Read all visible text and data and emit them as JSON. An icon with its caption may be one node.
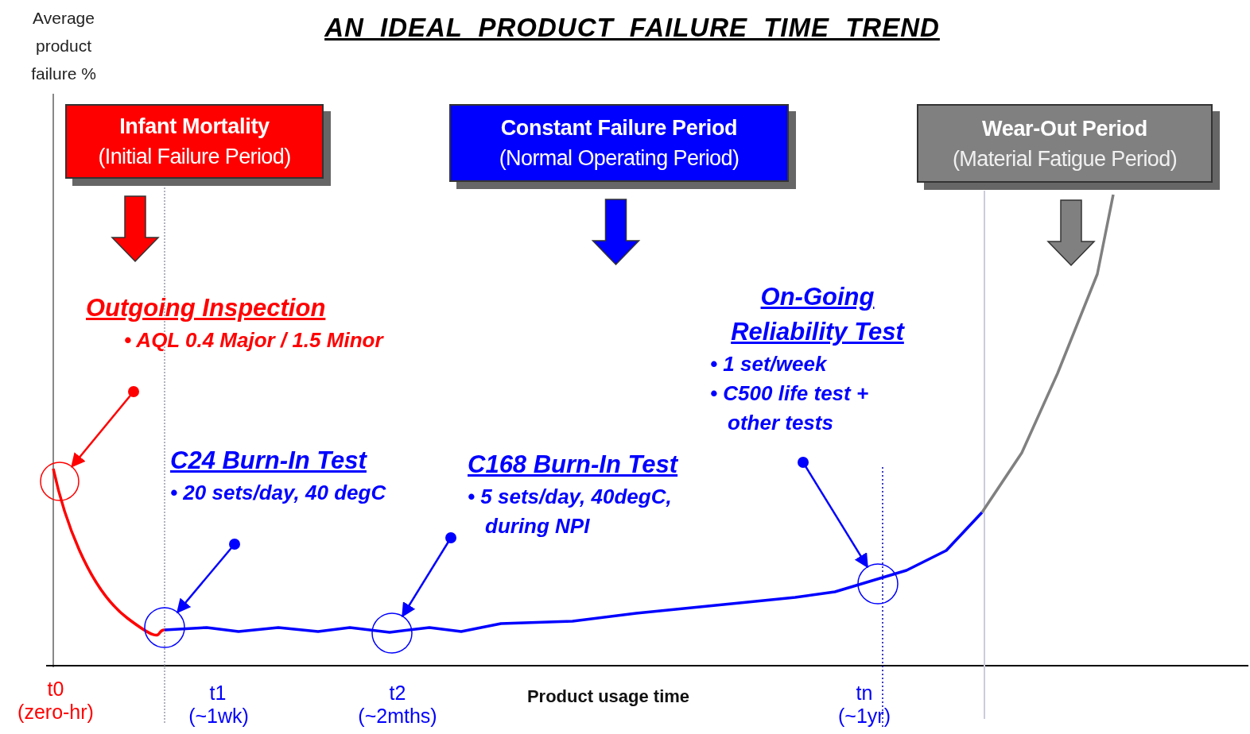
{
  "diagram": {
    "title": "AN IDEAL PRODUCT FAILURE TIME TREND",
    "nodes": [
      {
        "text": [
          "Infant Mortality",
          "(Initial Failure Period)"
        ]
      },
      {
        "text": [
          "Constant Failure Period",
          "(Normal Operating Period)"
        ]
      },
      {
        "text": [
          "Wear-Out Period",
          "(Material Fatigue Period)"
        ]
      },
      {
        "text": [
          "Outgoing Inspection",
          "• AQL 0.4 Major / 1.5 Minor"
        ]
      },
      {
        "text": [
          "C24 Burn-In Test",
          "• 20 sets/day, 40 degC"
        ]
      },
      {
        "text": [
          "C168 Burn-In Test",
          "• 5 sets/day, 40degC, during NPI"
        ]
      },
      {
        "text": [
          "On-Going Reliability Test",
          "• 1 set/week",
          "• C500 life test + other tests"
        ]
      },
      {
        "text": [],
        "shape": "circle"
      },
      {
        "text": [],
        "shape": "circle"
      },
      {
        "text": [],
        "shape": "circle"
      },
      {
        "text": [],
        "shape": "circle"
      }
    ],
    "edges": [
      {
        "from": 0,
        "to": null,
        "arrow": "to",
        "style": "thick",
        "color": "#ff0000"
      },
      {
        "from": 1,
        "to": null,
        "arrow": "to",
        "style": "thick"
      },
      {
        "from": 2,
        "to": null,
        "arrow": "to",
        "style": "thick",
        "color": "#808080"
      },
      {
        "from": 3,
        "to": 7,
        "arrow": "to",
        "color": "#ff0000"
      },
      {
        "from": 4,
        "to": 8,
        "arrow": "to"
      },
      {
        "from": 5,
        "to": 9,
        "arrow": "to"
      },
      {
        "from": 6,
        "to": 10,
        "arrow": "to"
      }
    ],
    "labels": [
      "Average product failure %",
      "t0",
      "(zero-hr)",
      "t1",
      "(~1wk)",
      "t2",
      "(~2mths)",
      "Product usage time",
      "tn",
      "(~1yr)"
    ]
  }
}
